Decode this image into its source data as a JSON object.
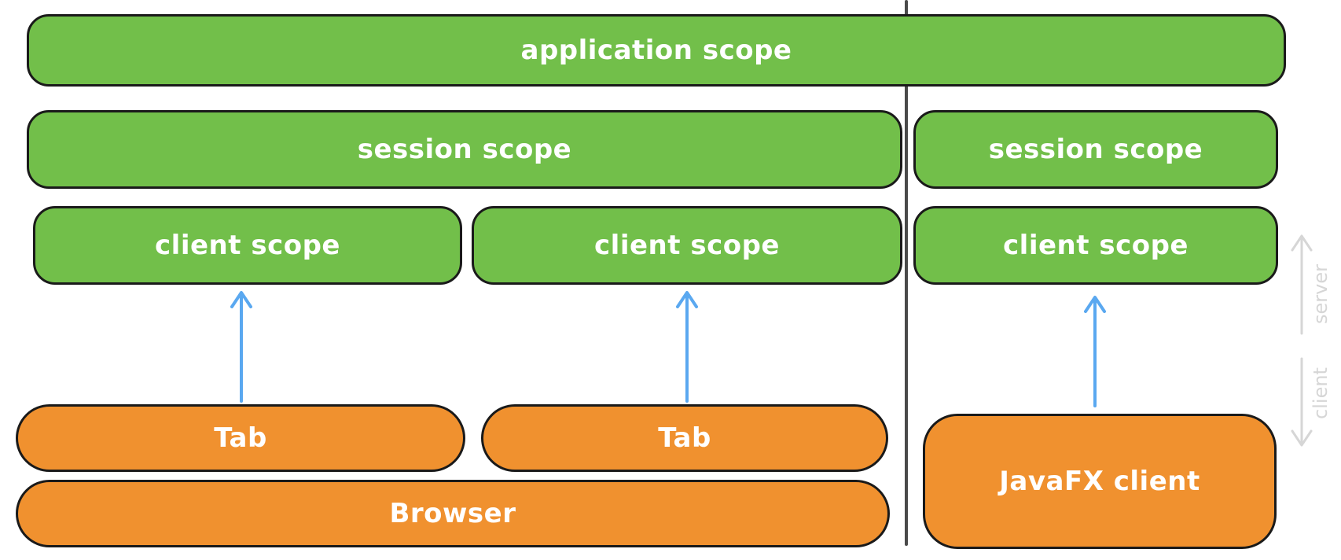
{
  "colors": {
    "scope_fill": "#72bf4a",
    "client_fill": "#f0912f",
    "arrow": "#5aa8f0",
    "divider": "#4a4a4a",
    "side_label": "#d6d6d6"
  },
  "scopes": {
    "application": "application scope",
    "session_left": "session scope",
    "session_right": "session scope",
    "client_1": "client scope",
    "client_2": "client scope",
    "client_3": "client scope"
  },
  "clients": {
    "tab_1": "Tab",
    "tab_2": "Tab",
    "browser": "Browser",
    "javafx": "JavaFX client"
  },
  "side_labels": {
    "server": "server",
    "client": "client"
  }
}
